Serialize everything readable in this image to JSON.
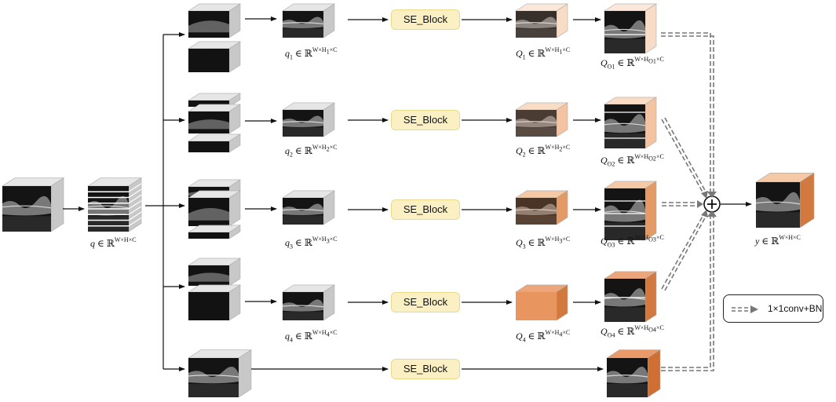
{
  "block_label": "SE_Block",
  "legend": {
    "text": "1×1conv+BN"
  },
  "labels": {
    "input": {
      "var": "q",
      "sub": "",
      "sup": "W×H×C",
      "supsub": ""
    },
    "q1": {
      "var": "q",
      "sub": "1",
      "sup": "W×H",
      "supsub": "1",
      "tail": "×C"
    },
    "q2": {
      "var": "q",
      "sub": "2",
      "sup": "W×H",
      "supsub": "2",
      "tail": "×C"
    },
    "q3": {
      "var": "q",
      "sub": "3",
      "sup": "W×H",
      "supsub": "3",
      "tail": "×C"
    },
    "q4": {
      "var": "q",
      "sub": "4",
      "sup": "W×H",
      "supsub": "4",
      "tail": "×C"
    },
    "Q1": {
      "var": "Q",
      "sub": "1",
      "sup": "W×H",
      "supsub": "1",
      "tail": "×C"
    },
    "Q2": {
      "var": "Q",
      "sub": "2",
      "sup": "W×H",
      "supsub": "2",
      "tail": "×C"
    },
    "Q3": {
      "var": "Q",
      "sub": "3",
      "sup": "W×H",
      "supsub": "3",
      "tail": "×C"
    },
    "Q4": {
      "var": "Q",
      "sub": "4",
      "sup": "W×H",
      "supsub": "4",
      "tail": "×C"
    },
    "QO1": {
      "var": "Q",
      "sub": "O1",
      "sup": "W×H",
      "supsub": "O1",
      "tail": "×C"
    },
    "QO2": {
      "var": "Q",
      "sub": "O2",
      "sup": "W×H",
      "supsub": "O2",
      "tail": "×C"
    },
    "QO3": {
      "var": "Q",
      "sub": "O3",
      "sup": "W×H",
      "supsub": "O3",
      "tail": "×C"
    },
    "QO4": {
      "var": "Q",
      "sub": "O4",
      "sup": "W×H",
      "supsub": "O4",
      "tail": "×C"
    },
    "output": {
      "var": "y",
      "sub": "",
      "sup": "W×H×C",
      "supsub": ""
    }
  },
  "colors": {
    "se_fill": "#fbf0c4",
    "orange_light": "#f9dcc6",
    "orange_mid": "#efa676",
    "orange_dark": "#d2793f",
    "gray_side": "#c8c8c8",
    "gray_top": "#e6e6e6",
    "image_dark": "#141414"
  },
  "icons": {
    "sum": "circled-plus-icon",
    "legend_arrow": "dashed-arrow-icon"
  }
}
